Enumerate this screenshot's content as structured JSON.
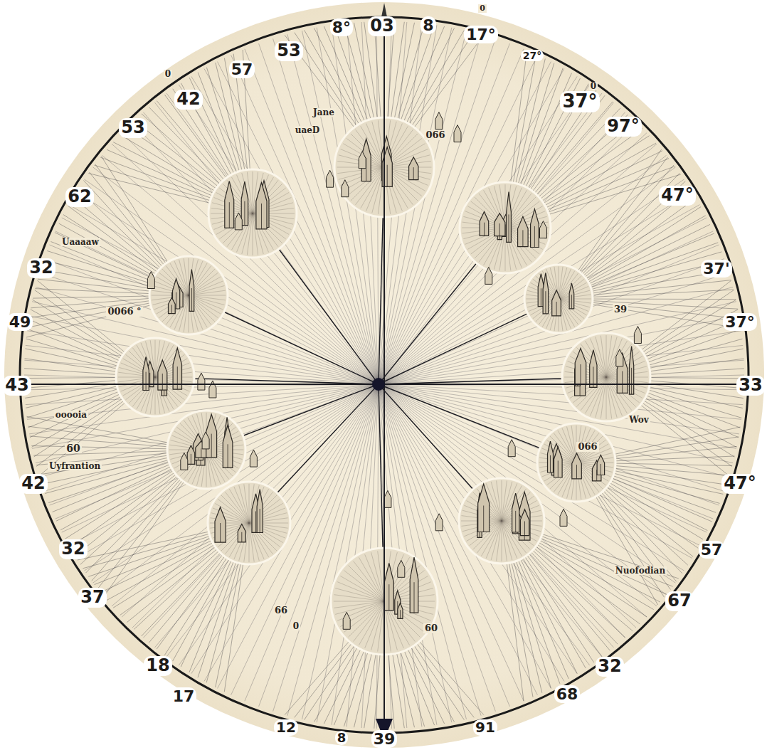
{
  "diagram": {
    "labels": [
      "8°",
      "03",
      "8",
      "17°",
      "27°",
      "37°",
      "97°",
      "47°",
      "37'",
      "37°",
      "33",
      "47°",
      "57",
      "67",
      "32",
      "68",
      "91",
      "39",
      "8",
      "12",
      "17",
      "18",
      "37",
      "32",
      "42",
      "43",
      "49",
      "32",
      "62",
      "53",
      "42",
      "57",
      "53",
      "Jane",
      "uaeD",
      "066",
      "Uaaaaw",
      "0066 °",
      "ooooia",
      "60",
      "Uyfrantion",
      "39",
      "Wov",
      "066",
      "Nuofodian",
      "66",
      "60",
      "0",
      "0",
      "0",
      "0"
    ]
  }
}
